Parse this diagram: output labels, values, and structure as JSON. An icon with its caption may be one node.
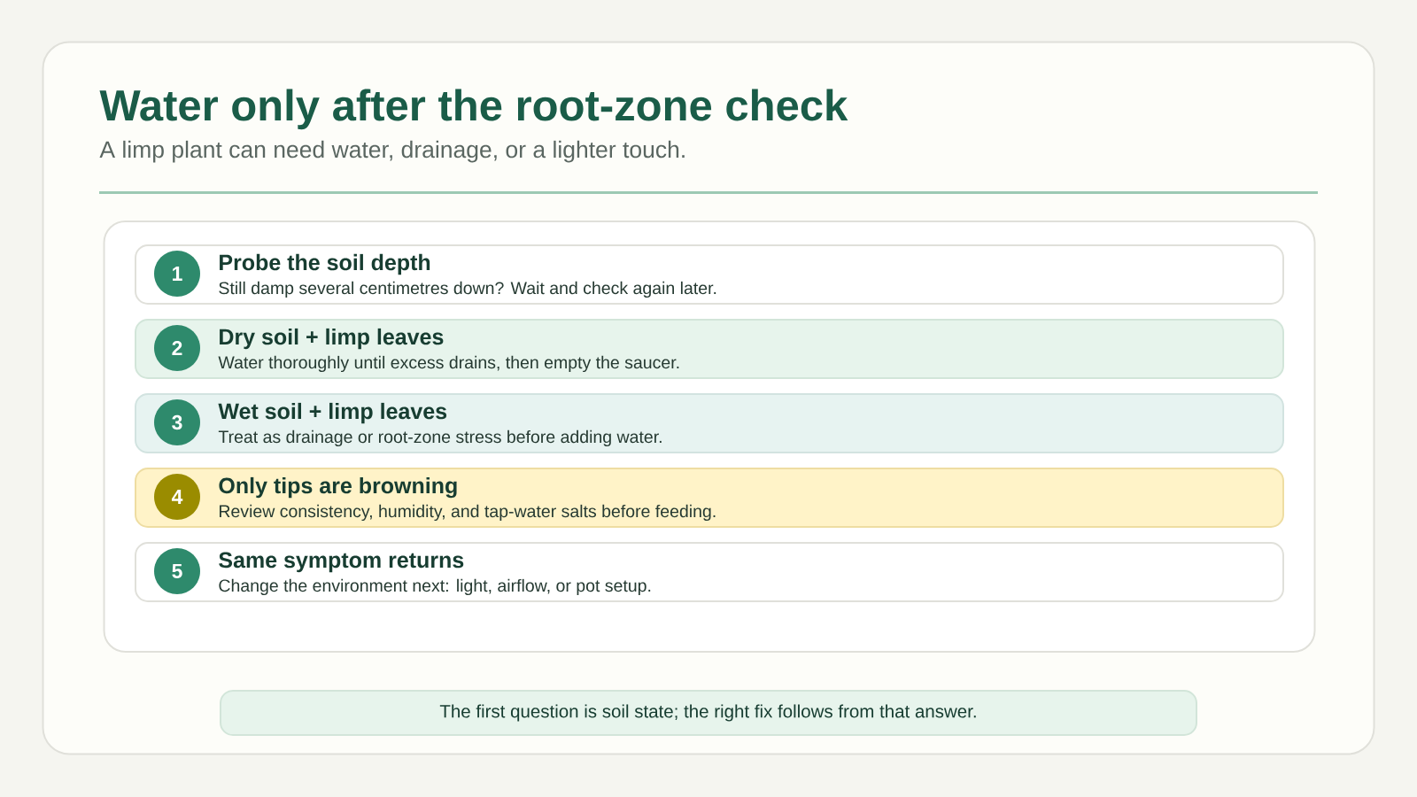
{
  "diagram": {
    "title": "Water only after the root-zone check",
    "nodes": [
      {
        "text": [],
        "shape": "box"
      },
      {
        "text": [
          "Probe the soil depth",
          "Still damp several centimetres down? Wait and check again later."
        ],
        "in": 0
      },
      {
        "text": [
          "1"
        ],
        "in": 1
      },
      {
        "text": [
          "Dry soil + limp leaves",
          "Water thoroughly until excess drains, then empty the saucer."
        ],
        "in": 0
      },
      {
        "text": [
          "2"
        ],
        "in": 3
      },
      {
        "text": [
          "Wet soil + limp leaves",
          "Treat as drainage or root-zone stress before adding water."
        ],
        "in": 0
      },
      {
        "text": [
          "3"
        ],
        "in": 5
      },
      {
        "text": [
          "Only tips are browning",
          "Review consistency, humidity, and tap-water salts before feeding."
        ],
        "in": 0
      },
      {
        "text": [
          "4"
        ],
        "in": 7
      },
      {
        "text": [
          "Same symptom returns",
          "Change the environment next: light, airflow, or pot setup."
        ],
        "in": 0
      },
      {
        "text": [
          "5"
        ],
        "in": 9
      },
      {
        "text": [
          "The first question is soil state; the right fix follows from that answer."
        ]
      }
    ],
    "labels": [
      "A limp plant can need water, drainage, or a lighter touch."
    ]
  }
}
